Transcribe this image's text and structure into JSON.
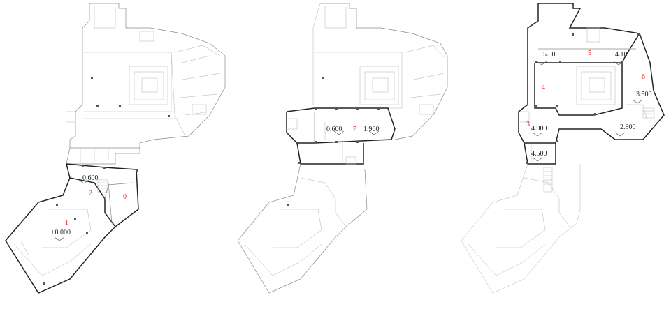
{
  "plans": [
    {
      "id": "plan-1",
      "zones": [
        {
          "label": "1"
        },
        {
          "label": "2"
        },
        {
          "label": "0"
        }
      ],
      "elevations": [
        {
          "label": "0.600"
        },
        {
          "label": "±0.000"
        }
      ]
    },
    {
      "id": "plan-2",
      "zones": [
        {
          "label": "7"
        }
      ],
      "elevations": [
        {
          "label": "0.600"
        },
        {
          "label": "1.900"
        }
      ]
    },
    {
      "id": "plan-3",
      "zones": [
        {
          "label": "5"
        },
        {
          "label": "4"
        },
        {
          "label": "6"
        },
        {
          "label": "3"
        }
      ],
      "elevations": [
        {
          "label": "5.500"
        },
        {
          "label": "4.100"
        },
        {
          "label": "3.500"
        },
        {
          "label": "4.900"
        },
        {
          "label": "2.800"
        },
        {
          "label": "4.500"
        }
      ]
    }
  ],
  "colors": {
    "zone_label": "#e02020",
    "line": "#8a8a8a",
    "highlight_wall": "#222222"
  }
}
